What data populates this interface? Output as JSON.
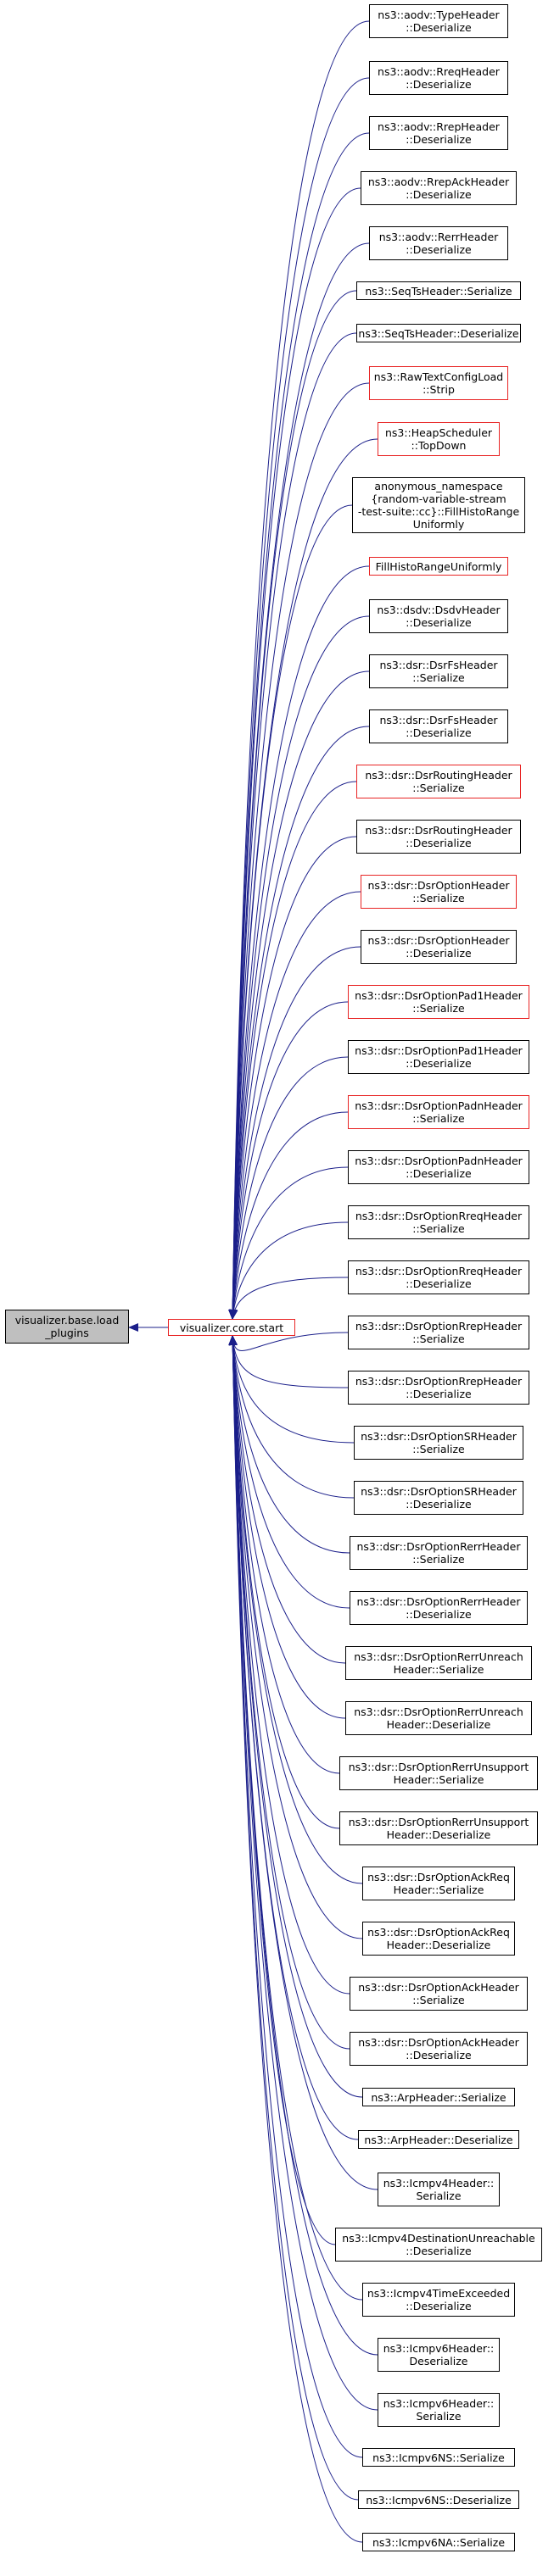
{
  "colors": {
    "edge": "#1b1f8a",
    "border": "#000000",
    "border_red": "#e82424",
    "root_fill": "#bfbfbf"
  },
  "root": {
    "lines": [
      "visualizer.base.load",
      "_plugins"
    ]
  },
  "center": {
    "lines": [
      "visualizer.core.start"
    ]
  },
  "callers": [
    {
      "lines": [
        "ns3::aodv::TypeHeader",
        "::Deserialize"
      ],
      "red": false
    },
    {
      "lines": [
        "ns3::aodv::RreqHeader",
        "::Deserialize"
      ],
      "red": false
    },
    {
      "lines": [
        "ns3::aodv::RrepHeader",
        "::Deserialize"
      ],
      "red": false
    },
    {
      "lines": [
        "ns3::aodv::RrepAckHeader",
        "::Deserialize"
      ],
      "red": false
    },
    {
      "lines": [
        "ns3::aodv::RerrHeader",
        "::Deserialize"
      ],
      "red": false
    },
    {
      "lines": [
        "ns3::SeqTsHeader::Serialize"
      ],
      "red": false
    },
    {
      "lines": [
        "ns3::SeqTsHeader::Deserialize"
      ],
      "red": false
    },
    {
      "lines": [
        "ns3::RawTextConfigLoad",
        "::Strip"
      ],
      "red": true
    },
    {
      "lines": [
        "ns3::HeapScheduler",
        "::TopDown"
      ],
      "red": true
    },
    {
      "lines": [
        "anonymous_namespace",
        "{random-variable-stream",
        "-test-suite::cc}::FillHistoRange",
        "Uniformly"
      ],
      "red": false
    },
    {
      "lines": [
        "FillHistoRangeUniformly"
      ],
      "red": true
    },
    {
      "lines": [
        "ns3::dsdv::DsdvHeader",
        "::Deserialize"
      ],
      "red": false
    },
    {
      "lines": [
        "ns3::dsr::DsrFsHeader",
        "::Serialize"
      ],
      "red": false
    },
    {
      "lines": [
        "ns3::dsr::DsrFsHeader",
        "::Deserialize"
      ],
      "red": false
    },
    {
      "lines": [
        "ns3::dsr::DsrRoutingHeader",
        "::Serialize"
      ],
      "red": true
    },
    {
      "lines": [
        "ns3::dsr::DsrRoutingHeader",
        "::Deserialize"
      ],
      "red": false
    },
    {
      "lines": [
        "ns3::dsr::DsrOptionHeader",
        "::Serialize"
      ],
      "red": true
    },
    {
      "lines": [
        "ns3::dsr::DsrOptionHeader",
        "::Deserialize"
      ],
      "red": false
    },
    {
      "lines": [
        "ns3::dsr::DsrOptionPad1Header",
        "::Serialize"
      ],
      "red": true
    },
    {
      "lines": [
        "ns3::dsr::DsrOptionPad1Header",
        "::Deserialize"
      ],
      "red": false
    },
    {
      "lines": [
        "ns3::dsr::DsrOptionPadnHeader",
        "::Serialize"
      ],
      "red": true
    },
    {
      "lines": [
        "ns3::dsr::DsrOptionPadnHeader",
        "::Deserialize"
      ],
      "red": false
    },
    {
      "lines": [
        "ns3::dsr::DsrOptionRreqHeader",
        "::Serialize"
      ],
      "red": false
    },
    {
      "lines": [
        "ns3::dsr::DsrOptionRreqHeader",
        "::Deserialize"
      ],
      "red": false
    },
    {
      "lines": [
        "ns3::dsr::DsrOptionRrepHeader",
        "::Serialize"
      ],
      "red": false
    },
    {
      "lines": [
        "ns3::dsr::DsrOptionRrepHeader",
        "::Deserialize"
      ],
      "red": false
    },
    {
      "lines": [
        "ns3::dsr::DsrOptionSRHeader",
        "::Serialize"
      ],
      "red": false
    },
    {
      "lines": [
        "ns3::dsr::DsrOptionSRHeader",
        "::Deserialize"
      ],
      "red": false
    },
    {
      "lines": [
        "ns3::dsr::DsrOptionRerrHeader",
        "::Serialize"
      ],
      "red": false
    },
    {
      "lines": [
        "ns3::dsr::DsrOptionRerrHeader",
        "::Deserialize"
      ],
      "red": false
    },
    {
      "lines": [
        "ns3::dsr::DsrOptionRerrUnreach",
        "Header::Serialize"
      ],
      "red": false
    },
    {
      "lines": [
        "ns3::dsr::DsrOptionRerrUnreach",
        "Header::Deserialize"
      ],
      "red": false
    },
    {
      "lines": [
        "ns3::dsr::DsrOptionRerrUnsupport",
        "Header::Serialize"
      ],
      "red": false
    },
    {
      "lines": [
        "ns3::dsr::DsrOptionRerrUnsupport",
        "Header::Deserialize"
      ],
      "red": false
    },
    {
      "lines": [
        "ns3::dsr::DsrOptionAckReq",
        "Header::Serialize"
      ],
      "red": false
    },
    {
      "lines": [
        "ns3::dsr::DsrOptionAckReq",
        "Header::Deserialize"
      ],
      "red": false
    },
    {
      "lines": [
        "ns3::dsr::DsrOptionAckHeader",
        "::Serialize"
      ],
      "red": false
    },
    {
      "lines": [
        "ns3::dsr::DsrOptionAckHeader",
        "::Deserialize"
      ],
      "red": false
    },
    {
      "lines": [
        "ns3::ArpHeader::Serialize"
      ],
      "red": false
    },
    {
      "lines": [
        "ns3::ArpHeader::Deserialize"
      ],
      "red": false
    },
    {
      "lines": [
        "ns3::Icmpv4Header::",
        "Serialize"
      ],
      "red": false
    },
    {
      "lines": [
        "ns3::Icmpv4DestinationUnreachable",
        "::Deserialize"
      ],
      "red": false
    },
    {
      "lines": [
        "ns3::Icmpv4TimeExceeded",
        "::Deserialize"
      ],
      "red": false
    },
    {
      "lines": [
        "ns3::Icmpv6Header::",
        "Deserialize"
      ],
      "red": false
    },
    {
      "lines": [
        "ns3::Icmpv6Header::",
        "Serialize"
      ],
      "red": false
    },
    {
      "lines": [
        "ns3::Icmpv6NS::Serialize"
      ],
      "red": false
    },
    {
      "lines": [
        "ns3::Icmpv6NS::Deserialize"
      ],
      "red": false
    },
    {
      "lines": [
        "ns3::Icmpv6NA::Serialize"
      ],
      "red": false
    }
  ]
}
